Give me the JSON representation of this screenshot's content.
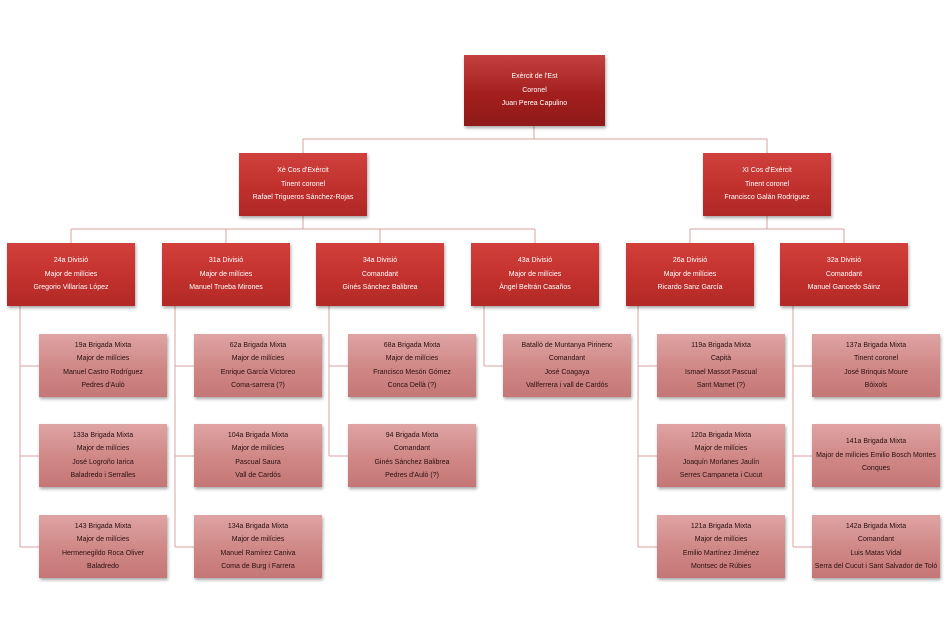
{
  "root": {
    "lines": [
      "Exèrcit de l'Est",
      "Coronel",
      "Juan Perea Capulino"
    ]
  },
  "corps": [
    {
      "lines": [
        "Xè Cos d'Exèrcit",
        "Tinent coronel",
        "Rafael Trigueros Sánchez-Rojas"
      ],
      "divisions": [
        {
          "lines": [
            "24a Divisió",
            "Major de milícies",
            "Gregorio Villarías López"
          ],
          "units": [
            {
              "lines": [
                "19a Brigada Mixta",
                "Major de milícies",
                "Manuel Castro Rodríguez",
                "Pedres d'Aulò"
              ]
            },
            {
              "lines": [
                "133a Brigada Mixta",
                "Major de milícies",
                "José Logroño Iarica",
                "Baladredo i Serralles"
              ]
            },
            {
              "lines": [
                "143 Brigada Mixta",
                "Major de milícies",
                "Hermenegildo Roca Oliver",
                "Baladredo"
              ]
            }
          ]
        },
        {
          "lines": [
            "31a Divisió",
            "Major de milícies",
            "Manuel Trueba Mirones"
          ],
          "units": [
            {
              "lines": [
                "62a Brigada Mixta",
                "Major de milícies",
                "Enrique García Victoreo",
                "Coma-sarrera (?)"
              ]
            },
            {
              "lines": [
                "104a Brigada Mixta",
                "Major de milícies",
                "Pascual Saura",
                "Vall de Cardós"
              ]
            },
            {
              "lines": [
                "134a Brigada Mixta",
                "Major de milícies",
                "Manuel Ramírez Caniva",
                "Coma de Burg i Farrera"
              ]
            }
          ]
        },
        {
          "lines": [
            "34a Divisió",
            "Comandant",
            "Ginés Sánchez Balibrea"
          ],
          "units": [
            {
              "lines": [
                "68a Brigada Mixta",
                "Major de milícies",
                "Francisco Mesón Gómez",
                "Conca Dellà (?)"
              ]
            },
            {
              "lines": [
                "94 Brigada Mixta",
                "Comandant",
                "Ginés Sánchez Balibrea",
                "Pedres d'Aulò (?)"
              ]
            }
          ]
        },
        {
          "lines": [
            "43a Divisió",
            "Major de milícies",
            "Àngel Beltrán Casaños"
          ],
          "units": [
            {
              "lines": [
                "Batalló de Muntanya Pirinenc",
                "Comandant",
                "José Coagaya",
                "Vallferrera i vall de Cardós"
              ]
            }
          ]
        }
      ]
    },
    {
      "lines": [
        "XI Cos d'Exèrcit",
        "Tinent coronel",
        "Francisco Galán Rodríguez"
      ],
      "divisions": [
        {
          "lines": [
            "26a Divisió",
            "Major de milícies",
            "Ricardo Sanz García"
          ],
          "units": [
            {
              "lines": [
                "119a Brigada Mixta",
                "Capità",
                "Ismael Massot Pascual",
                "Sant Mamet (?)"
              ]
            },
            {
              "lines": [
                "120a Brigada Mixta",
                "Major de milícies",
                "Joaquín Morlanes Jaulín",
                "Serres Campaneta i Cucut"
              ]
            },
            {
              "lines": [
                "121a Brigada Mixta",
                "Major de milícies",
                "Emilio Martínez Jiménez",
                "Montsec de Rúbies"
              ]
            }
          ]
        },
        {
          "lines": [
            "32a Divisió",
            "Comandant",
            "Manuel Gancedo Sáinz"
          ],
          "units": [
            {
              "lines": [
                "137a Brigada Mixta",
                "Tinent coronel",
                "José Brinquis Moure",
                "Bòixols"
              ]
            },
            {
              "lines": [
                "141a Brigada Mixta",
                "Major de milícies Emilio Bosch Montes",
                "Conques"
              ]
            },
            {
              "lines": [
                "142a Brigada Mixta",
                "Comandant",
                "Luis Matas Vidal",
                "Serra del Cucut i Sant Salvador de Toló"
              ]
            }
          ]
        }
      ]
    }
  ],
  "colors": {
    "connector": "#d9a3a2",
    "level0": "#a31f1d",
    "level1": "#c0302d",
    "level2": "#c2312d",
    "level3": "#cf8785"
  }
}
